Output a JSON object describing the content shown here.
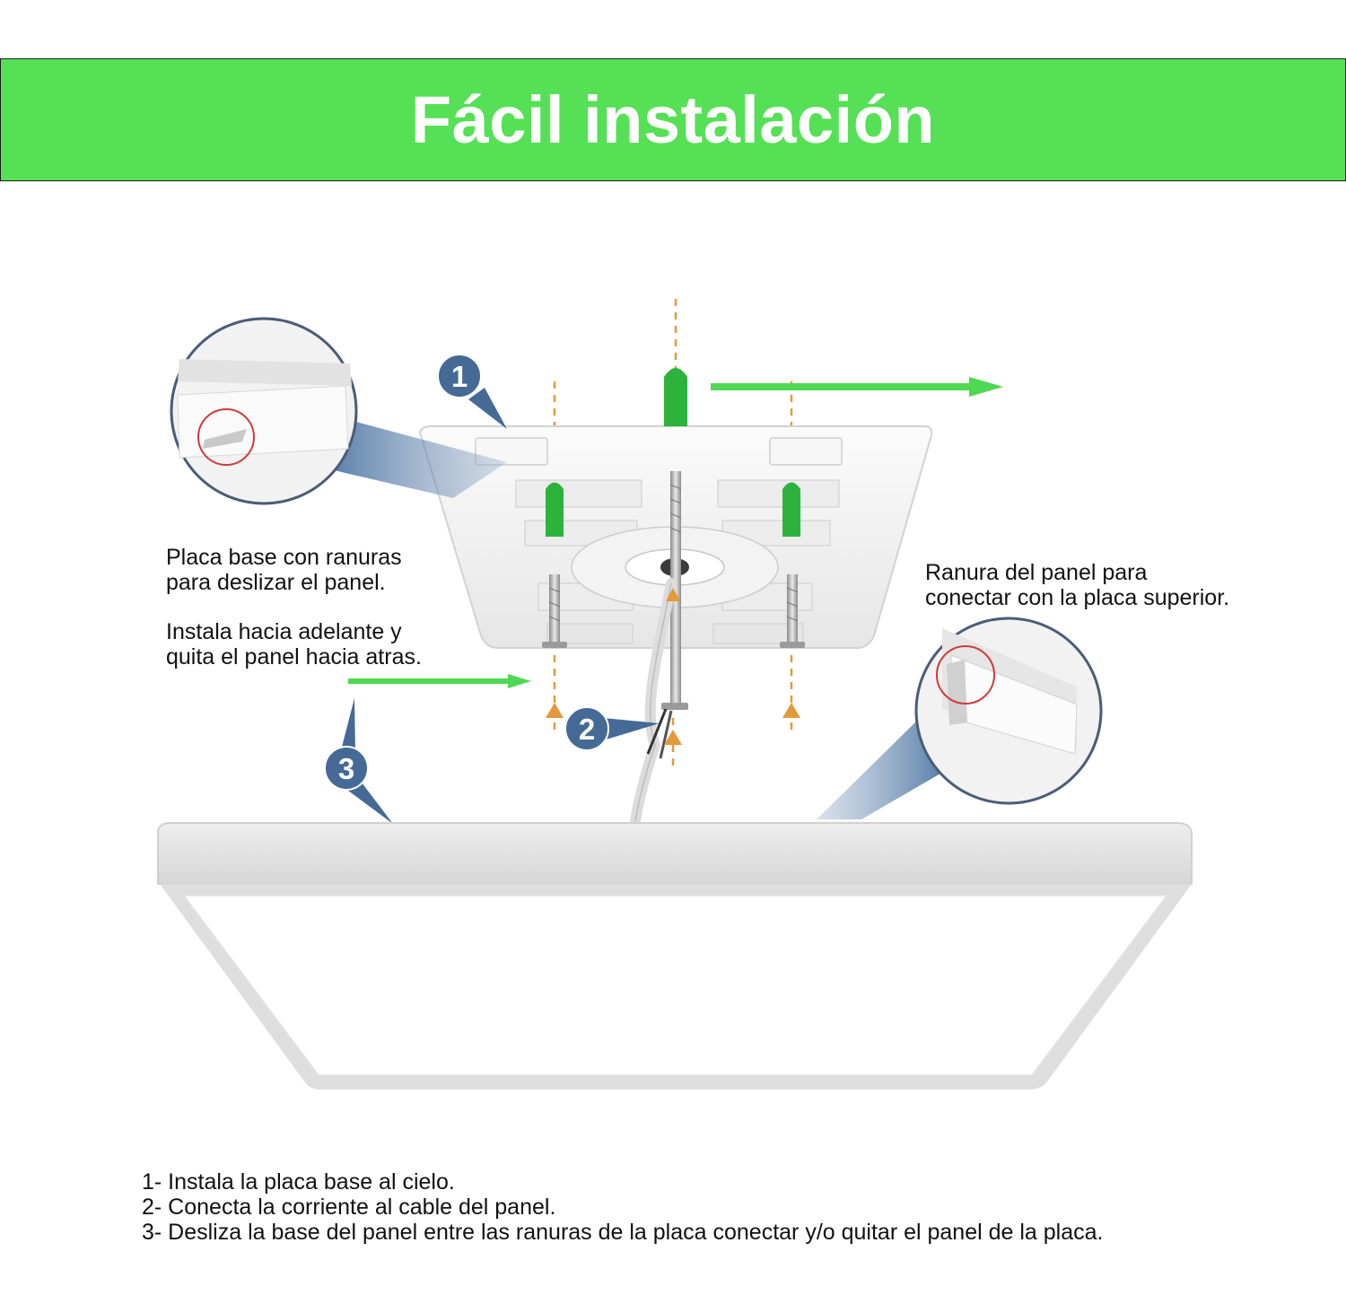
{
  "header": {
    "title": "Fácil instalación"
  },
  "colors": {
    "banner_green": "#55e056",
    "arrow_green": "#4fd851",
    "anchor_green": "#2db33c",
    "guide_orange": "#e39a3b",
    "callout_blue": "#456a95",
    "highlight_red": "#d23a3a"
  },
  "callouts": [
    {
      "number": "1"
    },
    {
      "number": "2"
    },
    {
      "number": "3"
    }
  ],
  "captions": {
    "base_plate": {
      "line1": "Placa base con ranuras",
      "line2": "para deslizar el panel."
    },
    "install_direction": {
      "line1": "Instala hacia adelante y",
      "line2": "quita el panel hacia atras."
    },
    "panel_slot": {
      "line1": "Ranura del panel para",
      "line2": "conectar con la placa superior."
    }
  },
  "steps": [
    "1- Instala la placa base al cielo.",
    "2- Conecta la corriente al cable del panel.",
    "3- Desliza la base del panel entre las ranuras de la placa conectar y/o quitar el panel de la placa."
  ]
}
